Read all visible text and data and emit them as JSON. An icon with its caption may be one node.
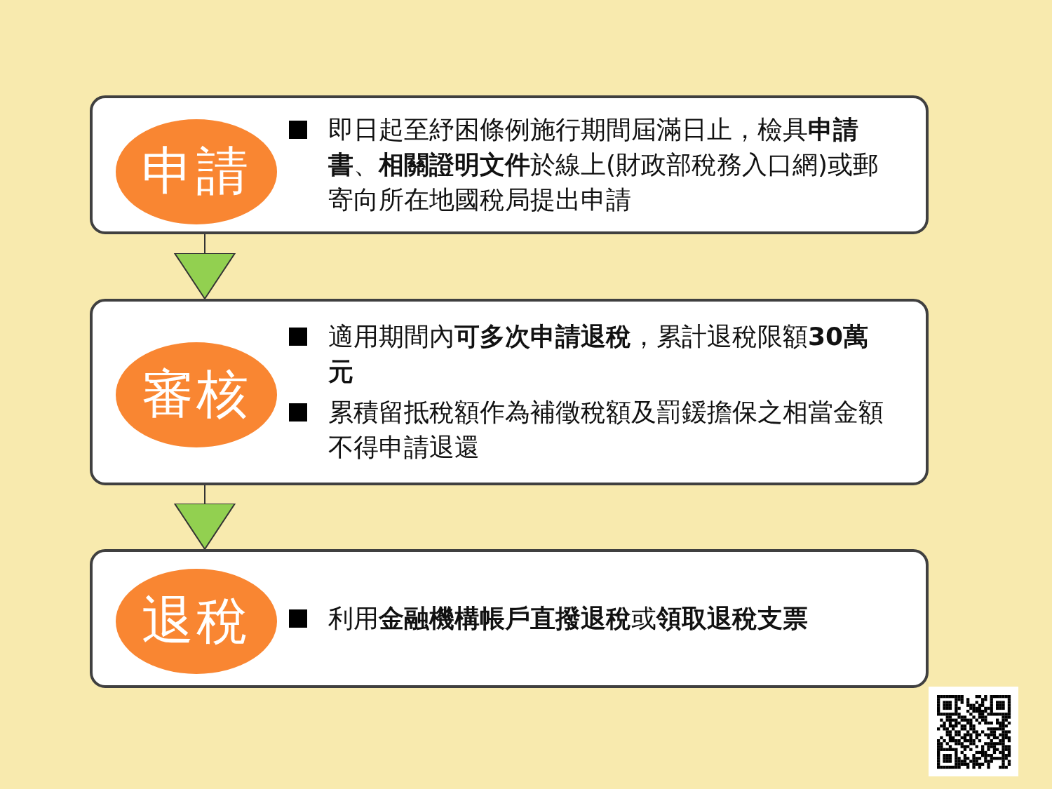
{
  "diagram": {
    "nodes": [
      {
        "text": [
          "即日起至紓困條例施行期間屆滿日止，檢具**申請書**、**相關證明文件**於線上(財政部稅務入口網)或郵寄向所在地國稅局提出申請"
        ]
      },
      {
        "text": [
          "申請"
        ],
        "in": 0
      },
      {
        "text": [
          "適用期間內**可多次申請退稅**，累計退稅限額**30萬元**",
          "累積留抵稅額作為補徵稅額及罰鍰擔保之相當金額不得申請退還"
        ]
      },
      {
        "text": [
          "審核"
        ],
        "in": 2
      },
      {
        "text": [
          "利用**金融機構帳戶直撥退稅**或**領取退稅支票**"
        ]
      },
      {
        "text": [
          "退稅"
        ],
        "in": 4
      }
    ],
    "edges": [
      {
        "from": 0,
        "to": 2,
        "arrow": "to"
      },
      {
        "from": 2,
        "to": 4,
        "arrow": "to"
      }
    ]
  }
}
